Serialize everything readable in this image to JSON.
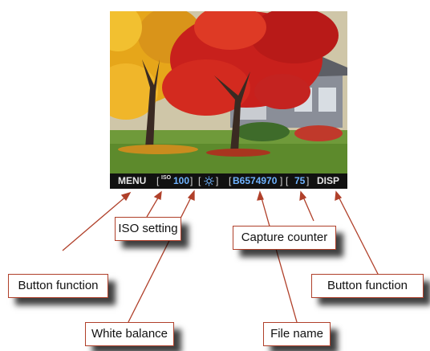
{
  "status_bar": {
    "left_button": "MENU",
    "iso_label": "ISO",
    "iso_value": "100",
    "white_balance_icon": "sun-icon",
    "file_name": "B6574970",
    "capture_counter": "75",
    "right_button": "DISP"
  },
  "callouts": {
    "button_function_left": "Button function",
    "iso_setting": "ISO setting",
    "white_balance": "White balance",
    "capture_counter": "Capture counter",
    "file_name": "File name",
    "button_function_right": "Button function"
  },
  "colors": {
    "leader_line": "#b0402a",
    "status_value": "#6fb3ff",
    "status_bar_bg": "#111111"
  }
}
